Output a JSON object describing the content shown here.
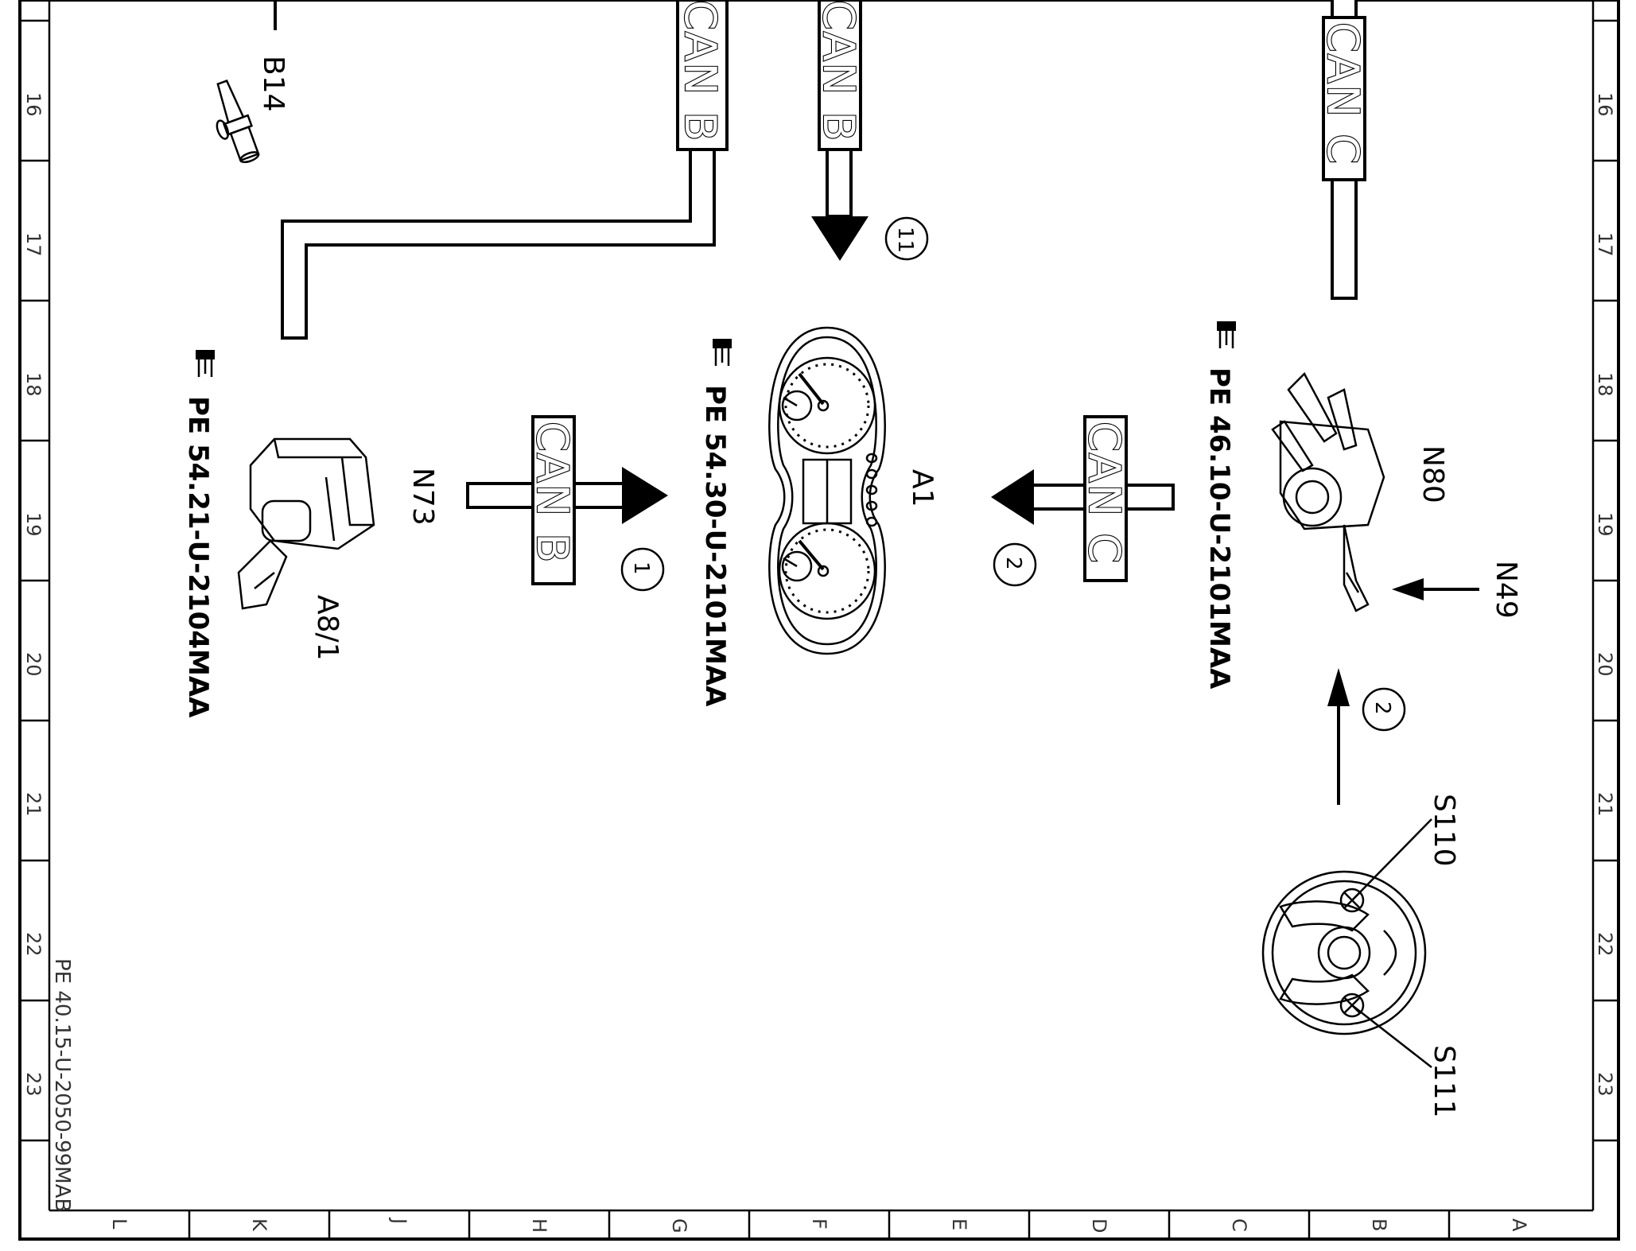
{
  "grid": {
    "rows": [
      "16",
      "17",
      "18",
      "19",
      "20",
      "21",
      "22",
      "23"
    ],
    "columns": [
      "L",
      "K",
      "J",
      "H",
      "G",
      "F",
      "E",
      "D",
      "C",
      "B",
      "A"
    ]
  },
  "document_number": "PE 40.15-U-2050-99MAB",
  "can_labels": {
    "top_left": "CAN B",
    "top_center": "CAN B",
    "top_right": "CAN C",
    "mid_left": "CAN B",
    "mid_right": "CAN C"
  },
  "components": {
    "b14": {
      "label": "B14"
    },
    "n73": {
      "label": "N73",
      "sub_label": "A8/1",
      "reference": "PE 54.21-U-2104MAA"
    },
    "a1": {
      "label": "A1",
      "reference": "PE 54.30-U-2101MAA"
    },
    "n80": {
      "label": "N80",
      "reference": "PE 46.10-U-2101MAA"
    },
    "n49": {
      "label": "N49"
    },
    "s110": {
      "label": "S110"
    },
    "s111": {
      "label": "S111"
    }
  },
  "signal_markers": {
    "top_center": "11",
    "mid_left": "1",
    "mid_right": "2",
    "bottom_right": "2"
  },
  "colors": {
    "line": "#000000",
    "background": "#ffffff"
  }
}
